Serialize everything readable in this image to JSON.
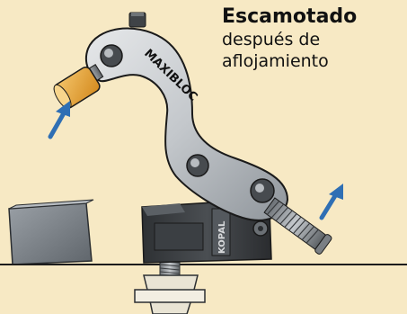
{
  "caption": {
    "title": "Escamotado",
    "line1": "después de",
    "line2": "aflojamiento"
  },
  "labels": {
    "arm_brand": "MAXIBLOC",
    "base_brand": "KOPAL"
  },
  "colors": {
    "background": "#f7e9c4",
    "metal": "#c9ccd0",
    "base": "#3c3f42",
    "arrow": "#2f6fb4",
    "pad": "#e3a23a"
  },
  "icons": {
    "movement_arrow": "arrow-up-right-icon"
  }
}
